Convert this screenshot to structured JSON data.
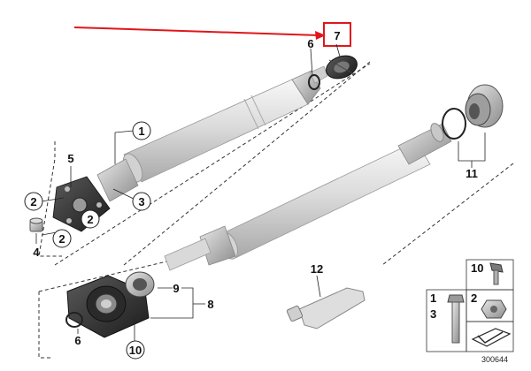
{
  "diagram": {
    "highlight_color": "#e0161b",
    "callouts": {
      "c1": "1",
      "c2a": "2",
      "c2b": "2",
      "c2c": "2",
      "c3": "3",
      "c4": "4",
      "c5": "5",
      "c6a": "6",
      "c6b": "6",
      "c7": "7",
      "c8": "8",
      "c9": "9",
      "c10": "10",
      "c11": "11",
      "c12": "12"
    },
    "legend": {
      "item_10": "10",
      "item_1": "1",
      "item_3": "3",
      "item_2": "2"
    },
    "drawing_number": "300644"
  }
}
